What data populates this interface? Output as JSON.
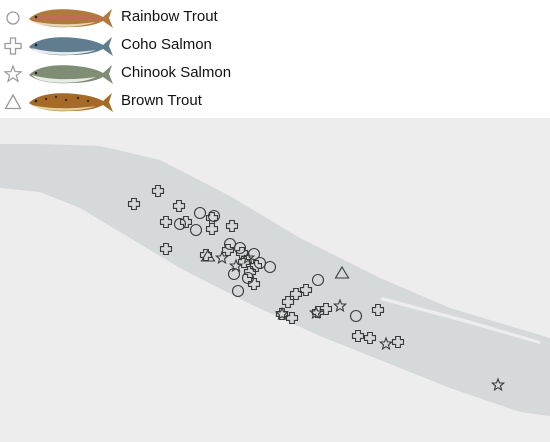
{
  "legend": {
    "items": [
      {
        "id": "rainbow",
        "label": "Rainbow Trout",
        "symbol": "circle-icon",
        "fish_icon": "rainbow-trout-icon"
      },
      {
        "id": "coho",
        "label": "Coho Salmon",
        "symbol": "plus-icon",
        "fish_icon": "coho-salmon-icon"
      },
      {
        "id": "chinook",
        "label": "Chinook Salmon",
        "symbol": "star-icon",
        "fish_icon": "chinook-salmon-icon"
      },
      {
        "id": "brown",
        "label": "Brown Trout",
        "symbol": "triangle-icon",
        "fish_icon": "brown-trout-icon"
      }
    ]
  },
  "colors": {
    "panel": "#ededed",
    "river": "#d5d9d9",
    "marker_stroke": "#3a3a3a",
    "rainbow_body": "#b07a3c",
    "coho_body": "#5f7d8f",
    "chinook_body": "#7f8d74",
    "brown_body": "#a56a25"
  }
}
